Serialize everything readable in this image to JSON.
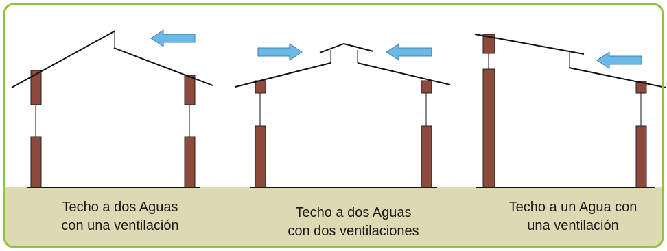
{
  "colors": {
    "frame_border": "#8cc63f",
    "ground": "#ddd9b3",
    "wall": "#8b4a3c",
    "line": "#111111",
    "arrow_fill": "#6cb8e6",
    "arrow_stroke": "#3d7fb0"
  },
  "icons": [
    "arrow-left-icon",
    "arrow-right-icon"
  ],
  "captions": [
    {
      "line1": "Techo a dos Aguas",
      "line2": "con una ventilación"
    },
    {
      "line1": "Techo a dos Aguas",
      "line2": "con dos ventilaciones"
    },
    {
      "line1": "Techo a un Agua con",
      "line2": "una ventilación"
    }
  ]
}
